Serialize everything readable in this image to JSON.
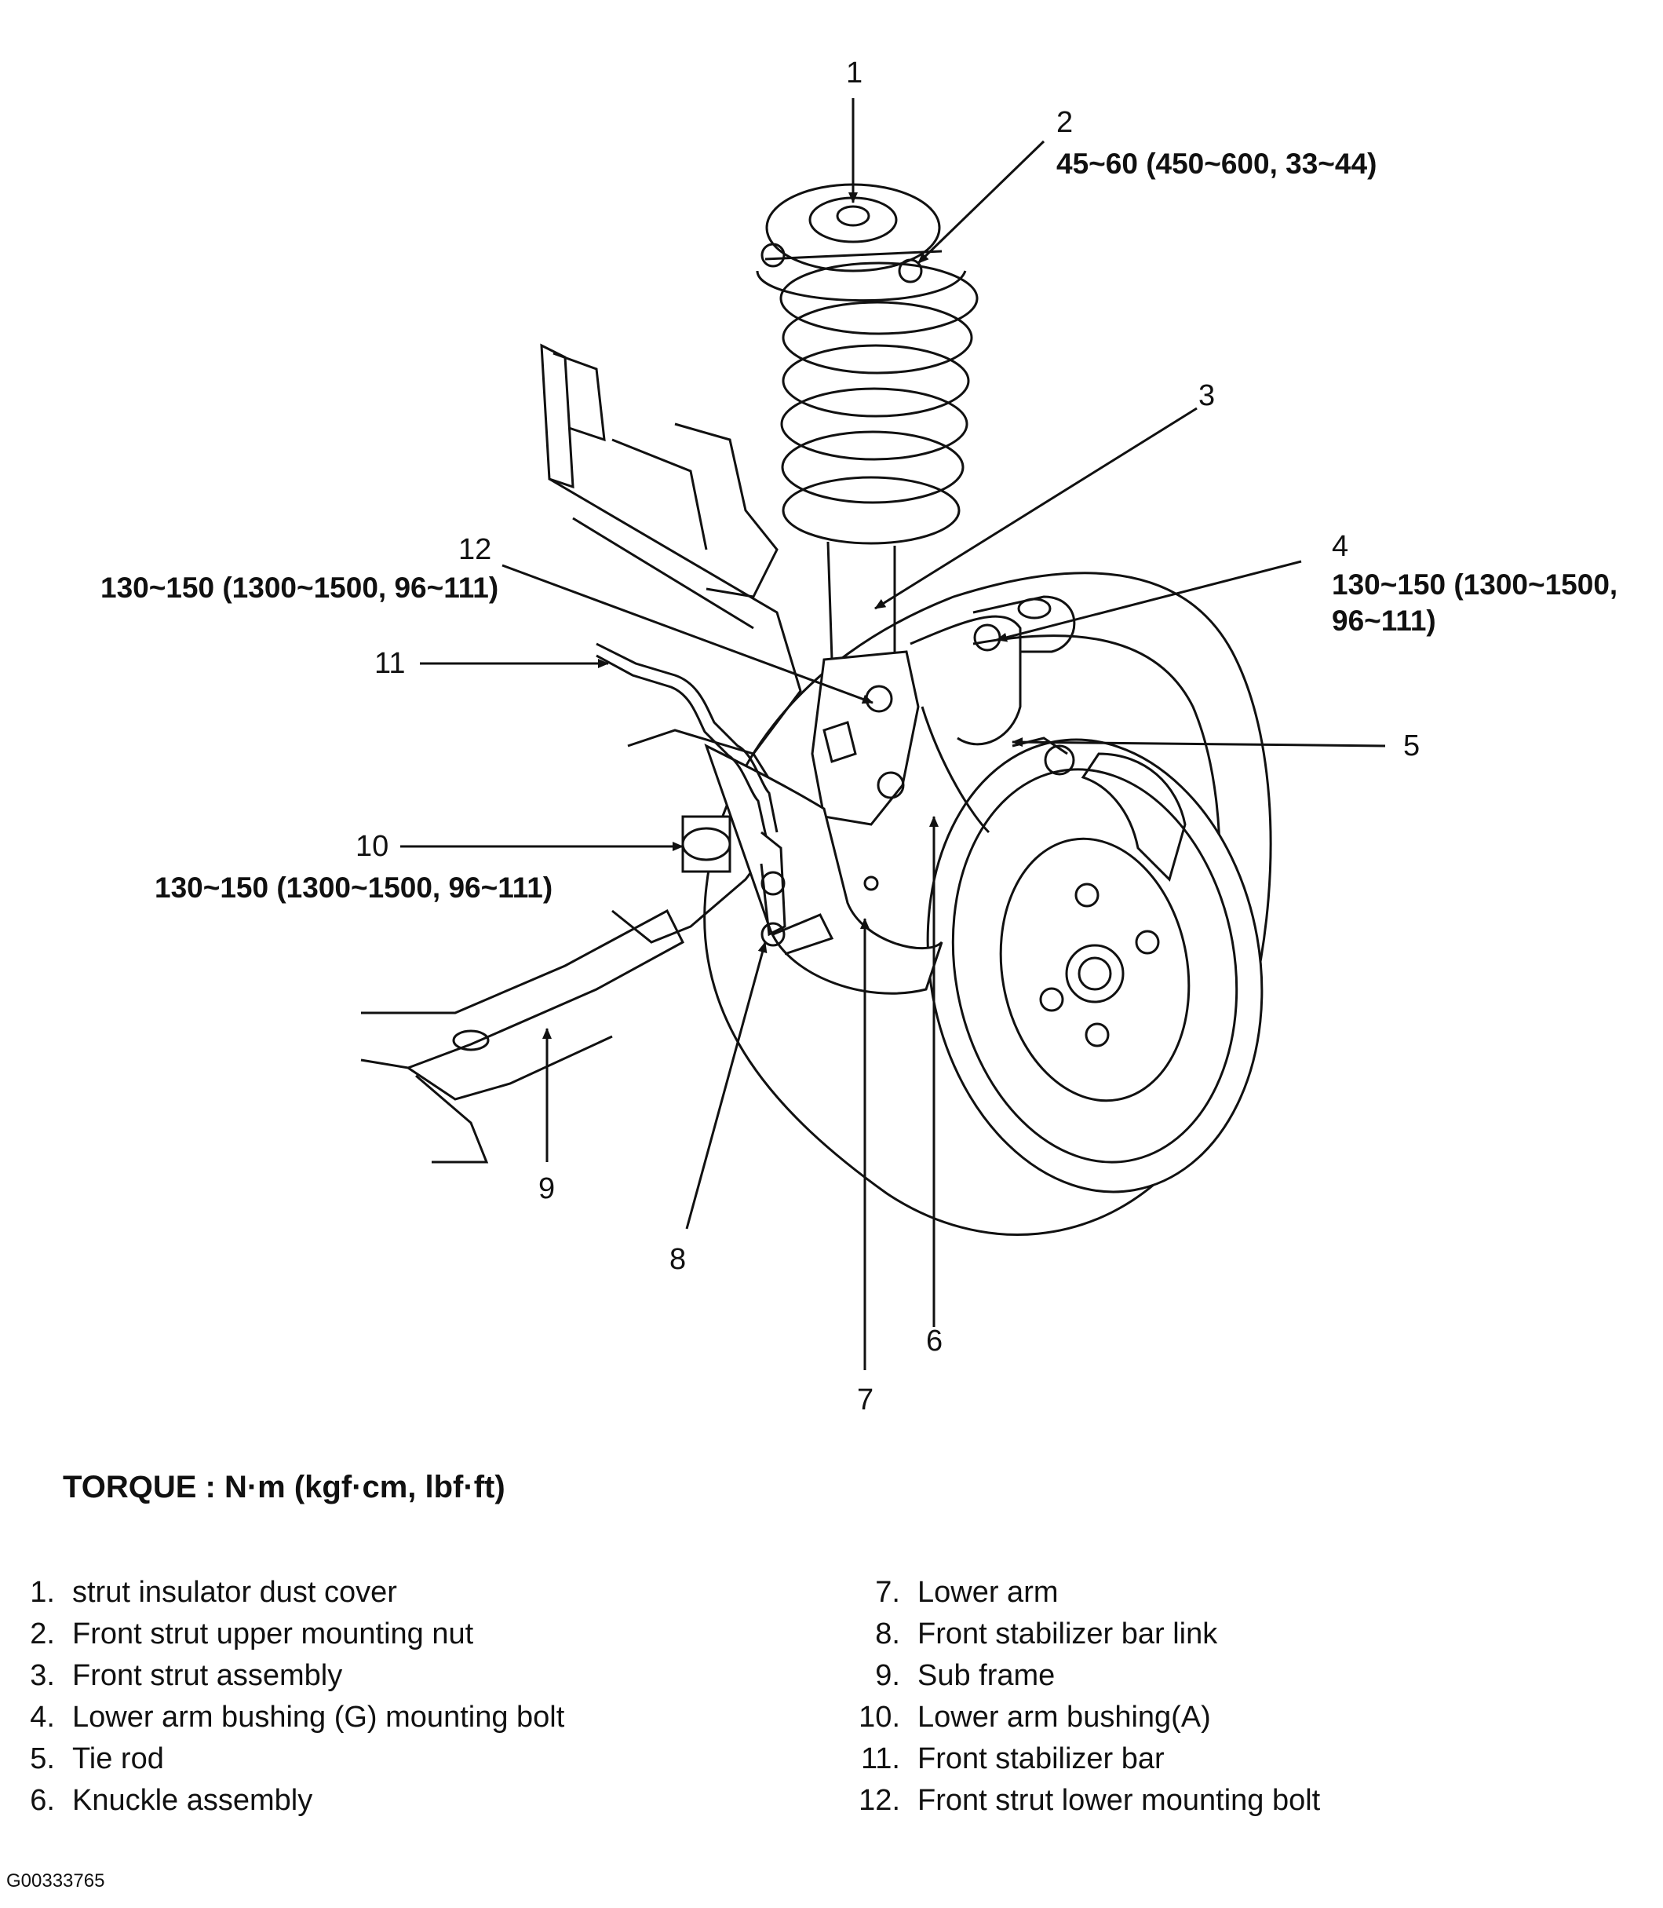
{
  "callouts": {
    "c1": "1",
    "c2": "2",
    "c3": "3",
    "c4": "4",
    "c5": "5",
    "c6": "6",
    "c7": "7",
    "c8": "8",
    "c9": "9",
    "c10": "10",
    "c11": "11",
    "c12": "12"
  },
  "torque_specs": {
    "spec_2": "45~60 (450~600, 33~44)",
    "spec_4": "130~150 (1300~1500, 96~111)",
    "spec_10": "130~150 (1300~1500, 96~111)",
    "spec_12": "130~150 (1300~1500, 96~111)"
  },
  "torque_unit": "TORQUE : N·m (kgf·cm, lbf·ft)",
  "legend_left": [
    {
      "num": "1.",
      "label": "strut insulator dust cover"
    },
    {
      "num": "2.",
      "label": "Front strut upper mounting nut"
    },
    {
      "num": "3.",
      "label": "Front strut assembly"
    },
    {
      "num": "4.",
      "label": "Lower arm bushing (G) mounting bolt"
    },
    {
      "num": "5.",
      "label": "Tie rod"
    },
    {
      "num": "6.",
      "label": "Knuckle assembly"
    }
  ],
  "legend_right": [
    {
      "num": "7.",
      "label": "Lower arm"
    },
    {
      "num": "8.",
      "label": "Front stabilizer bar link"
    },
    {
      "num": "9.",
      "label": "Sub frame"
    },
    {
      "num": "10.",
      "label": "Lower arm bushing(A)"
    },
    {
      "num": "11.",
      "label": "Front stabilizer bar"
    },
    {
      "num": "12.",
      "label": "Front strut lower mounting bolt"
    }
  ],
  "figure_id": "G00333765"
}
